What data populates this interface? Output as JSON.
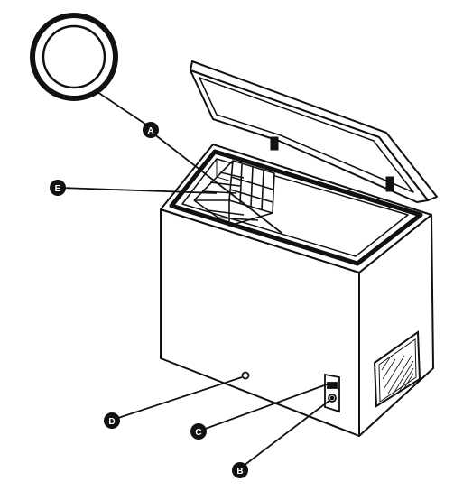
{
  "diagram": {
    "labels": {
      "a": "A",
      "b": "B",
      "c": "C",
      "d": "D",
      "e": "E"
    },
    "colors": {
      "line": "#111111",
      "fill": "#ffffff",
      "callout": "#111111",
      "callout_text": "#ffffff"
    }
  }
}
